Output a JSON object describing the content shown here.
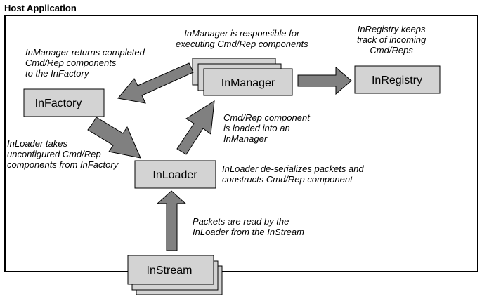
{
  "title": "Host Application",
  "nodes": {
    "inmanager": "InManager",
    "inregistry": "InRegistry",
    "infactory": "InFactory",
    "inloader": "InLoader",
    "instream": "InStream"
  },
  "annotations": {
    "inmanager_responsible": "InManager is responsible for\nexecuting Cmd/Rep components",
    "inregistry_tracks": "InRegistry keeps\ntrack of incoming\nCmd/Reps",
    "inmanager_returns": "InManager returns completed\nCmd/Rep components\nto the InFactory",
    "component_loaded": "Cmd/Rep component\nis loaded into an\nInManager",
    "inloader_takes": "InLoader takes\nunconfigured Cmd/Rep\ncomponents from InFactory",
    "inloader_deserializes": "InLoader de-serializes packets and\nconstructs Cmd/Rep component",
    "packets_read": "Packets are read by the\nInLoader from the InStream"
  },
  "colors": {
    "box_fill": "#d3d3d3",
    "box_stroke": "#000000",
    "arrow_fill": "#808080",
    "arrow_stroke": "#000000"
  }
}
